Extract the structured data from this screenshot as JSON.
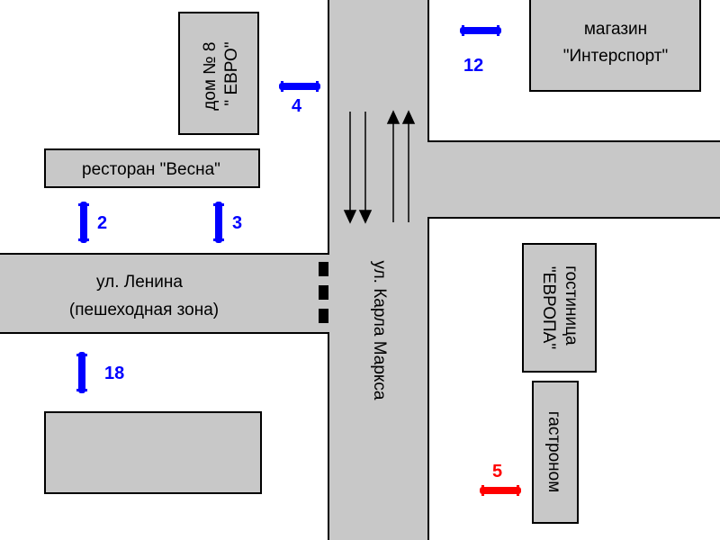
{
  "colors": {
    "background": "#ffffff",
    "road": "#c8c8c8",
    "building": "#c8c8c8",
    "outline": "#000000",
    "stop_blue": "#0000ff",
    "stop_red": "#ff0000",
    "crosswalk": "#000000",
    "arrow": "#000000"
  },
  "streets": {
    "karla_marksa": "ул. Карла Маркса",
    "lenina_name": "ул. Ленина",
    "lenina_note": "(пешеходная зона)"
  },
  "buildings": {
    "dom8_line1": "дом № 8",
    "dom8_line2": "\" ЕВРО\"",
    "vesna": "ресторан \"Весна\"",
    "intersport_line1": "магазин",
    "intersport_line2": "\"Интерспорт\"",
    "evropa_line1": "гостиница",
    "evropa_line2": "\"ЕВРОПА\"",
    "gastronom": "гастроном"
  },
  "stops": {
    "s2": "2",
    "s3": "3",
    "s4": "4",
    "s12": "12",
    "s18": "18",
    "s5": "5"
  }
}
